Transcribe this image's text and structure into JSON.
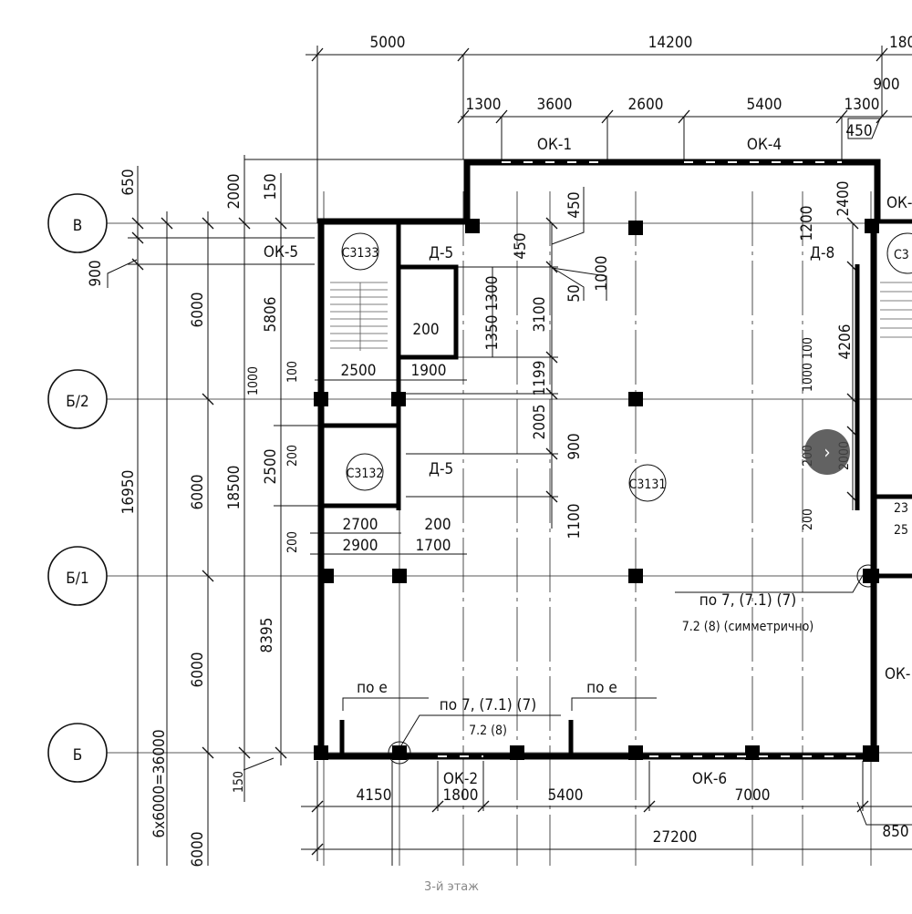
{
  "axes": [
    "В",
    "Б/2",
    "Б/1",
    "Б"
  ],
  "rooms": {
    "stair_top": "С3133",
    "room_mid": "С3132",
    "main": "С3131",
    "right": "С3"
  },
  "windows": {
    "ok1": "ОК-1",
    "ok4": "ОК-4",
    "ok5": "ОК-5",
    "ok2": "ОК-2",
    "ok6": "ОК-6",
    "ok_right_top": "ОК-",
    "ok_right_mid": "ОК-"
  },
  "doors": {
    "d5a": "Д-5",
    "d5b": "Д-5",
    "d8": "Д-8"
  },
  "dims_top": {
    "d5000": "5000",
    "d14200": "14200",
    "d180": "180",
    "d1300a": "1300",
    "d3600": "3600",
    "d2600": "2600",
    "d5400": "5400",
    "d1300b": "1300",
    "d900": "900",
    "d450": "450"
  },
  "dims_left": {
    "d650": "650",
    "d900": "900",
    "d2000": "2000",
    "d150": "150",
    "d6000a": "6000",
    "d5806": "5806",
    "d1000": "1000",
    "d100": "100",
    "d16950": "16950",
    "d6000b": "6000",
    "d18500": "18500",
    "d2500": "2500",
    "d200a": "200",
    "d200b": "200",
    "d6000c": "6000",
    "d8395": "8395",
    "d36000": "6x6000=36000",
    "d150b": "150",
    "d6000d": "6000"
  },
  "dims_inner": {
    "d2500": "2500",
    "d1900": "1900",
    "d200": "200",
    "d2700": "2700",
    "d200b": "200",
    "d2900": "2900",
    "d1700": "1700",
    "v450a": "450",
    "v450b": "450",
    "v1000": "1000",
    "v50": "50",
    "v1300": "1300",
    "v3100": "3100",
    "v1350": "1350",
    "v1199": "1199",
    "v2005": "2005",
    "v900": "900",
    "v1100": "1100",
    "v2400": "2400",
    "v1200": "1200",
    "v4206": "4206",
    "v1000_100": "1000 100",
    "v200a": "200",
    "v2000": "2000",
    "v200b": "200",
    "r23": "23",
    "r25": "25"
  },
  "dims_bottom": {
    "d4150": "4150",
    "d1800": "1800",
    "d5400": "5400",
    "d7000": "7000",
    "d850": "850",
    "d27200": "27200"
  },
  "notes": {
    "right_line1": "по 7, (7.1) (7)",
    "right_line2": "7.2 (8) (симметрично)",
    "po_e_left": "по е",
    "po_e_right": "по е",
    "bottom_line1": "по 7, (7.1) (7)",
    "bottom_line2": "7.2 (8)"
  },
  "caption": "3-й этаж",
  "next_button": "›"
}
